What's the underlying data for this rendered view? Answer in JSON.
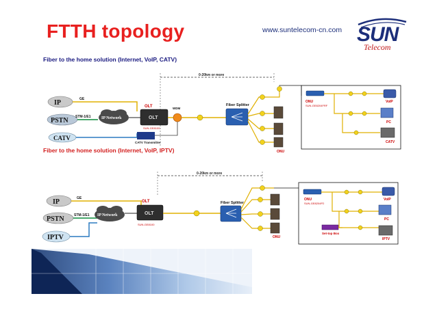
{
  "title": "FTTH topology",
  "website": "www.suntelecom-cn.com",
  "logo": {
    "name": "SUN",
    "sub": "Telecom"
  },
  "colors": {
    "title": "#e8201f",
    "heading1": "#1a1a80",
    "heading2": "#d21e1e",
    "fiber_yellow": "#f2c200",
    "splitter": "#2a5fb0",
    "onu_red": "#cc0000"
  },
  "diagram1": {
    "heading": "Fiber to the home solution (Internet, VoIP, CATV)",
    "distance": "0-20km or more",
    "sources": [
      "IP",
      "PSTN",
      "CATV"
    ],
    "link_ge": "GE",
    "link_stm": "STM-1/E1",
    "ip_network": "IP Network",
    "olt_label": "OLT",
    "olt_badge": "OLT",
    "olt_model": "SUN-GE8100",
    "wdm": "WDM",
    "catv_tx": "CATV Transmitter",
    "splitter": "Fiber Splitter",
    "onu_label": "ONU",
    "onu_right_label": "ONU",
    "onu_right_model": "SUN-GE8204FRF",
    "devices": [
      "VoIP",
      "PC",
      "CATV"
    ]
  },
  "diagram2": {
    "heading": "Fiber to the home solution (Internet, VoIP, IPTV)",
    "distance": "0-20km or more",
    "sources": [
      "IP",
      "PSTN",
      "IPTV"
    ],
    "link_ge": "GE",
    "link_stm": "STM-1/E1",
    "ip_network": "IP Network",
    "olt_label": "OLT",
    "olt_badge": "OLT",
    "olt_model": "SUN-GE8100",
    "splitter": "Fiber Splitter",
    "onu_label": "ONU",
    "onu_right_label": "ONU",
    "onu_right_model": "SUN-GE8204P2",
    "settop": "Set-top Box",
    "devices": [
      "VoIP",
      "PC",
      "IPTV"
    ]
  }
}
